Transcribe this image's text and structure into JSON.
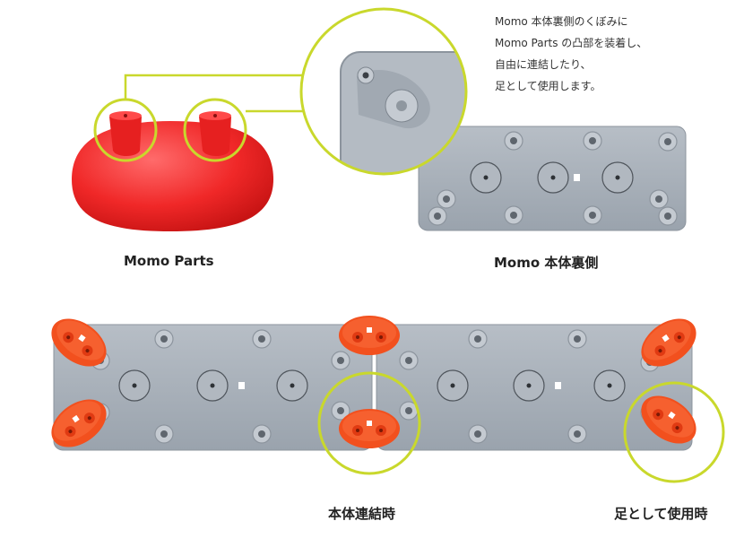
{
  "description": {
    "lines": [
      "Momo 本体裏側のくぼみに",
      "Momo Parts の凸部を装着し、",
      "自由に連結したり、",
      "足として使用します。"
    ]
  },
  "captions": {
    "parts": "Momo Parts",
    "underside": "Momo 本体裏側",
    "connected": "本体連結時",
    "legs": "足として使用時"
  },
  "colors": {
    "part_red": "#f02828",
    "foot_orange": "#f2501e",
    "board_gray": "#a9b1ba",
    "highlight_ring": "#c9d82c"
  }
}
